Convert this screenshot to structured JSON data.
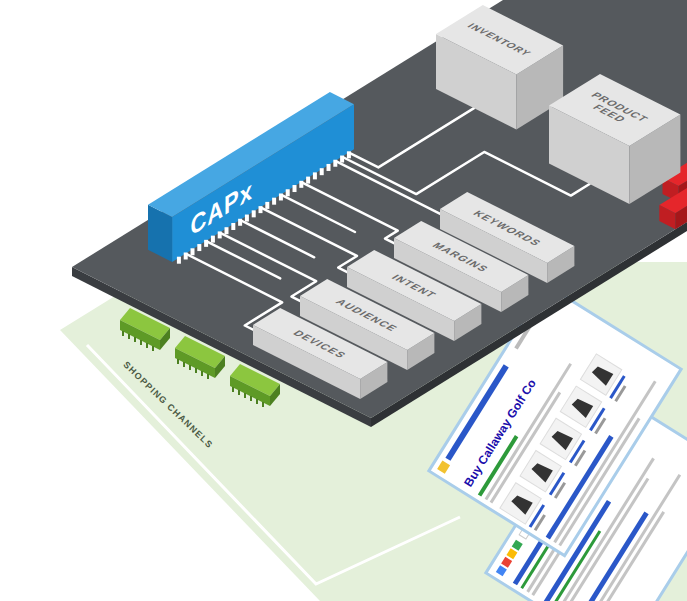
{
  "diagram": {
    "nodes": [
      {
        "text": [
          "CAPx"
        ]
      },
      {
        "text": [
          "INVENTORY"
        ]
      },
      {
        "text": [
          "PRODUCT FEED"
        ]
      },
      {
        "text": [
          "KEYWORDS"
        ]
      },
      {
        "text": [
          "MARGINS"
        ]
      },
      {
        "text": [
          "INTENT"
        ]
      },
      {
        "text": [
          "AUDIENCE"
        ]
      },
      {
        "text": [
          "DEVICES"
        ]
      }
    ],
    "edges": [
      {
        "from": 0,
        "to": 1,
        "arrow": "none"
      },
      {
        "from": 0,
        "to": 2,
        "arrow": "none"
      },
      {
        "from": 0,
        "to": 3,
        "arrow": "none"
      },
      {
        "from": 0,
        "to": 4,
        "arrow": "none"
      },
      {
        "from": 0,
        "to": 5,
        "arrow": "none"
      },
      {
        "from": 0,
        "to": 6,
        "arrow": "none"
      },
      {
        "from": 0,
        "to": 7,
        "arrow": "none"
      }
    ],
    "labels": [
      "SHOPPING CHANNELS",
      "Buy Callaway Golf Co"
    ]
  }
}
